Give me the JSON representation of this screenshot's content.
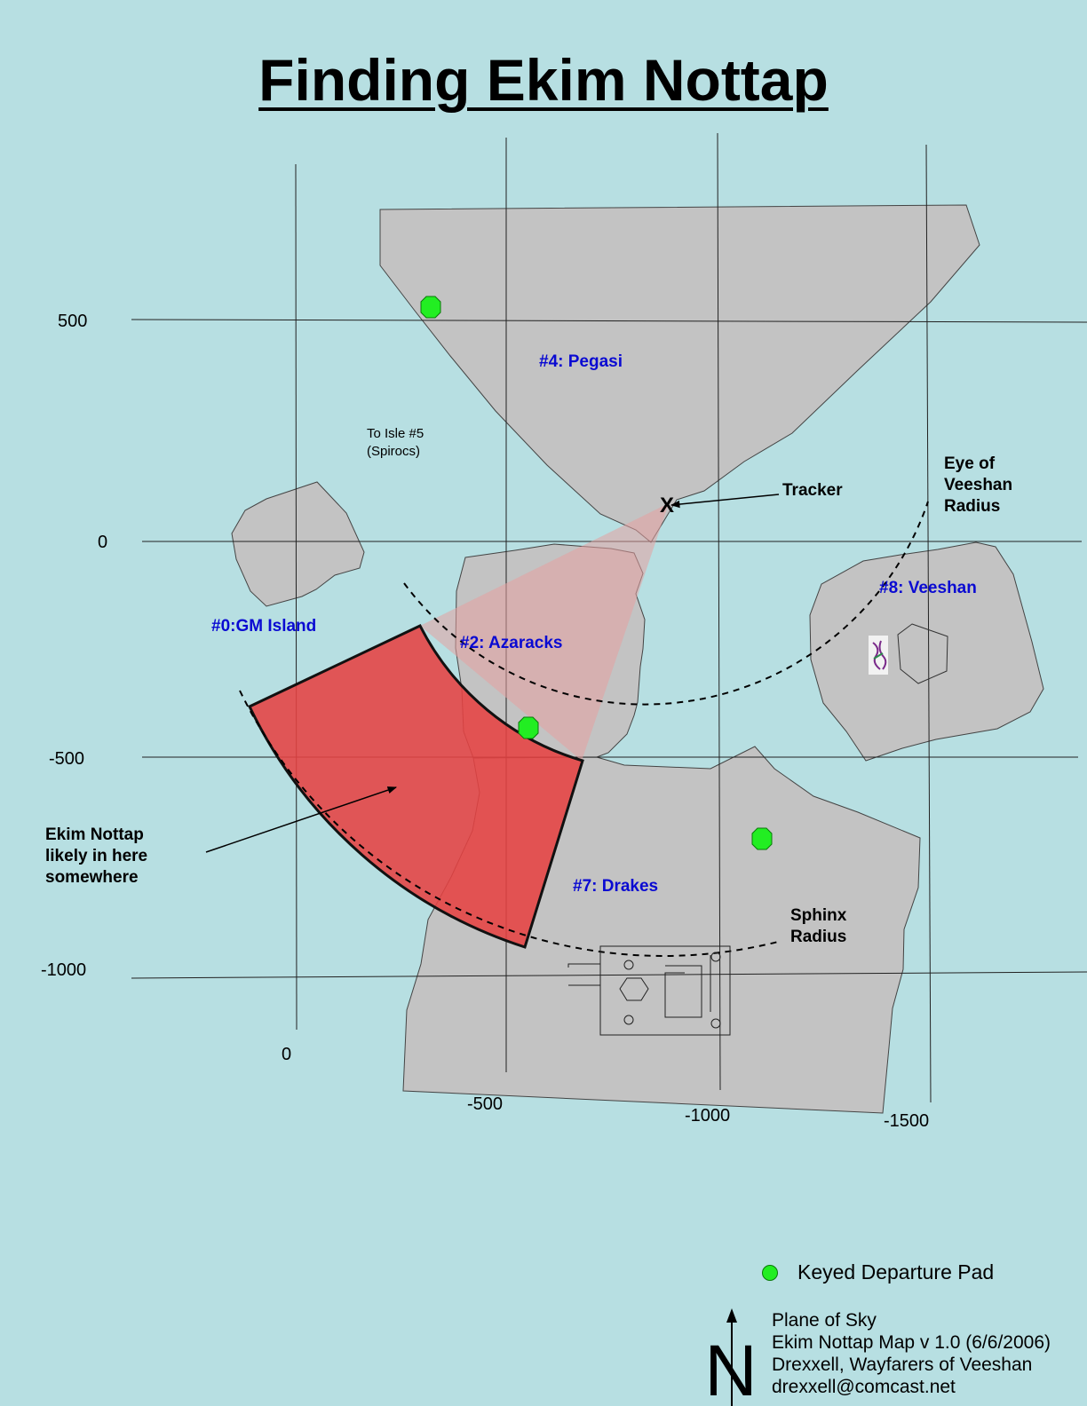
{
  "title": "Finding Ekim Nottap",
  "axes": {
    "y_ticks": [
      "500",
      "0",
      "-500",
      "-1000"
    ],
    "x_ticks": [
      "0",
      "-500",
      "-1000",
      "-1500"
    ]
  },
  "islands": {
    "pegasi": "#4: Pegasi",
    "gm_island": "#0:GM Island",
    "azaracks": "#2: Azaracks",
    "veeshan": "#8: Veeshan",
    "drakes": "#7: Drakes"
  },
  "annotations": {
    "to_isle_5_line1": "To Isle #5",
    "to_isle_5_line2": "(Spirocs)",
    "tracker_mark": "X",
    "tracker": "Tracker",
    "eye_radius_line1": "Eye of",
    "eye_radius_line2": "Veeshan",
    "eye_radius_line3": "Radius",
    "sphinx_radius_line1": "Sphinx",
    "sphinx_radius_line2": "Radius",
    "ekim_line1": "Ekim Nottap",
    "ekim_line2": "likely in here",
    "ekim_line3": "somewhere",
    "north": "N"
  },
  "legend": {
    "departure_pad": "Keyed Departure Pad"
  },
  "credits": {
    "line1": "Plane of Sky",
    "line2": "Ekim Nottap Map v 1.0 (6/6/2006)",
    "line3": "Drexxell, Wayfarers of Veeshan",
    "line4": "drexxell@comcast.net"
  },
  "colors": {
    "water": "#b7dfe2",
    "island_fill": "#c3c3c3",
    "label_blue": "#0a0ad2",
    "pad_green": "#22ee22",
    "search_zone": "#e64242",
    "tracker_wedge": "#e6a0a0"
  },
  "icons": [
    "north-arrow-icon",
    "departure-pad-icon",
    "veeshan-statue-icon"
  ]
}
